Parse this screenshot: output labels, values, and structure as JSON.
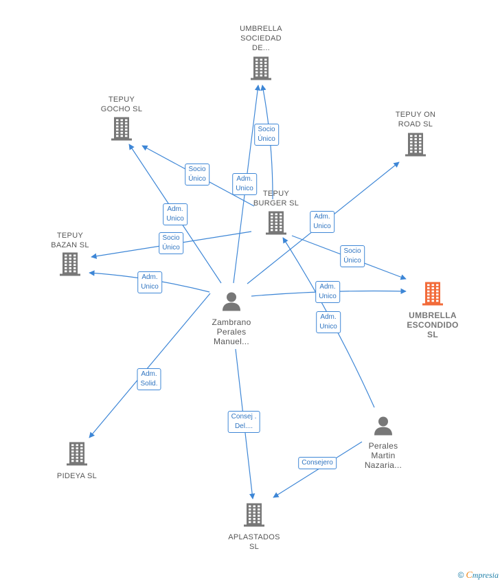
{
  "colors": {
    "edge": "#3d86d6",
    "building": "#777777",
    "building_highlight": "#f26b3a",
    "person": "#777777"
  },
  "nodes": [
    {
      "id": "umbrella_sociedad",
      "type": "company",
      "label": "UMBRELLA\nSOCIEDAD\nDE..."
    },
    {
      "id": "tepuy_gocho",
      "type": "company",
      "label": "TEPUY\nGOCHO  SL"
    },
    {
      "id": "tepuy_on_road",
      "type": "company",
      "label": "TEPUY ON\nROAD  SL"
    },
    {
      "id": "tepuy_burger",
      "type": "company",
      "label": "TEPUY\nBURGER  SL"
    },
    {
      "id": "tepuy_bazan",
      "type": "company",
      "label": "TEPUY\nBAZAN  SL"
    },
    {
      "id": "umbrella_escondido",
      "type": "company",
      "highlight": true,
      "label": "UMBRELLA\nESCONDIDO\nSL"
    },
    {
      "id": "zambrano",
      "type": "person",
      "label": "Zambrano\nPerales\nManuel..."
    },
    {
      "id": "perales",
      "type": "person",
      "label": "Perales\nMartin\nNazaria..."
    },
    {
      "id": "pideya",
      "type": "company",
      "label": "PIDEYA  SL"
    },
    {
      "id": "aplastados",
      "type": "company",
      "label": "APLASTADOS\nSL"
    }
  ],
  "edges": [
    {
      "from": "tepuy_burger",
      "to": "umbrella_sociedad",
      "label": "Socio\nÚnico"
    },
    {
      "from": "zambrano",
      "to": "umbrella_sociedad",
      "label": "Adm.\nUnico"
    },
    {
      "from": "tepuy_burger",
      "to": "tepuy_gocho",
      "label": "Socio\nÚnico"
    },
    {
      "from": "zambrano",
      "to": "tepuy_gocho",
      "label": "Adm.\nUnico"
    },
    {
      "from": "zambrano",
      "to": "tepuy_on_road",
      "label": "Adm.\nUnico"
    },
    {
      "from": "tepuy_burger",
      "to": "tepuy_bazan",
      "label": "Socio\nÚnico"
    },
    {
      "from": "zambrano",
      "to": "tepuy_bazan",
      "label": "Adm.\nUnico"
    },
    {
      "from": "tepuy_burger",
      "to": "umbrella_escondido",
      "label": "Socio\nÚnico"
    },
    {
      "from": "zambrano",
      "to": "umbrella_escondido",
      "label": "Adm.\nUnico"
    },
    {
      "from": "perales",
      "to": "tepuy_burger",
      "label": "Adm.\nUnico"
    },
    {
      "from": "zambrano",
      "to": "pideya",
      "label": "Adm.\nSolid."
    },
    {
      "from": "zambrano",
      "to": "aplastados",
      "label": "Consej .\nDel...."
    },
    {
      "from": "perales",
      "to": "aplastados",
      "label": "Consejero"
    }
  ],
  "footer": {
    "copyright": "©",
    "brand_initial": "C",
    "brand_rest": "mpresia"
  }
}
